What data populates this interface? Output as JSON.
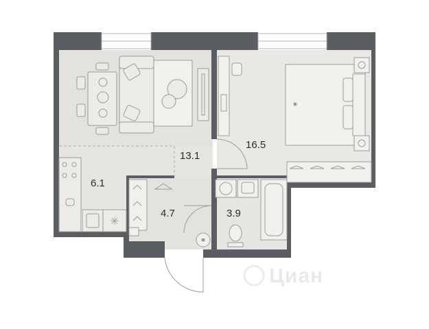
{
  "floor_plan": {
    "rooms": [
      {
        "id": "living",
        "area": "13.1"
      },
      {
        "id": "bedroom",
        "area": "16.5"
      },
      {
        "id": "kitchen",
        "area": "6.1"
      },
      {
        "id": "hallway",
        "area": "4.7"
      },
      {
        "id": "bathroom",
        "area": "3.9"
      }
    ],
    "watermark": "Циан"
  },
  "colors": {
    "wall": "#5a5e63",
    "living_floor": "#e3e2de",
    "kitchen_floor": "#e6e5e1",
    "hall_floor": "#e3e2de",
    "bath_floor": "#e3e2de",
    "bedroom_floor": "#e9e8e5",
    "furniture_line": "#9b9b9b"
  }
}
